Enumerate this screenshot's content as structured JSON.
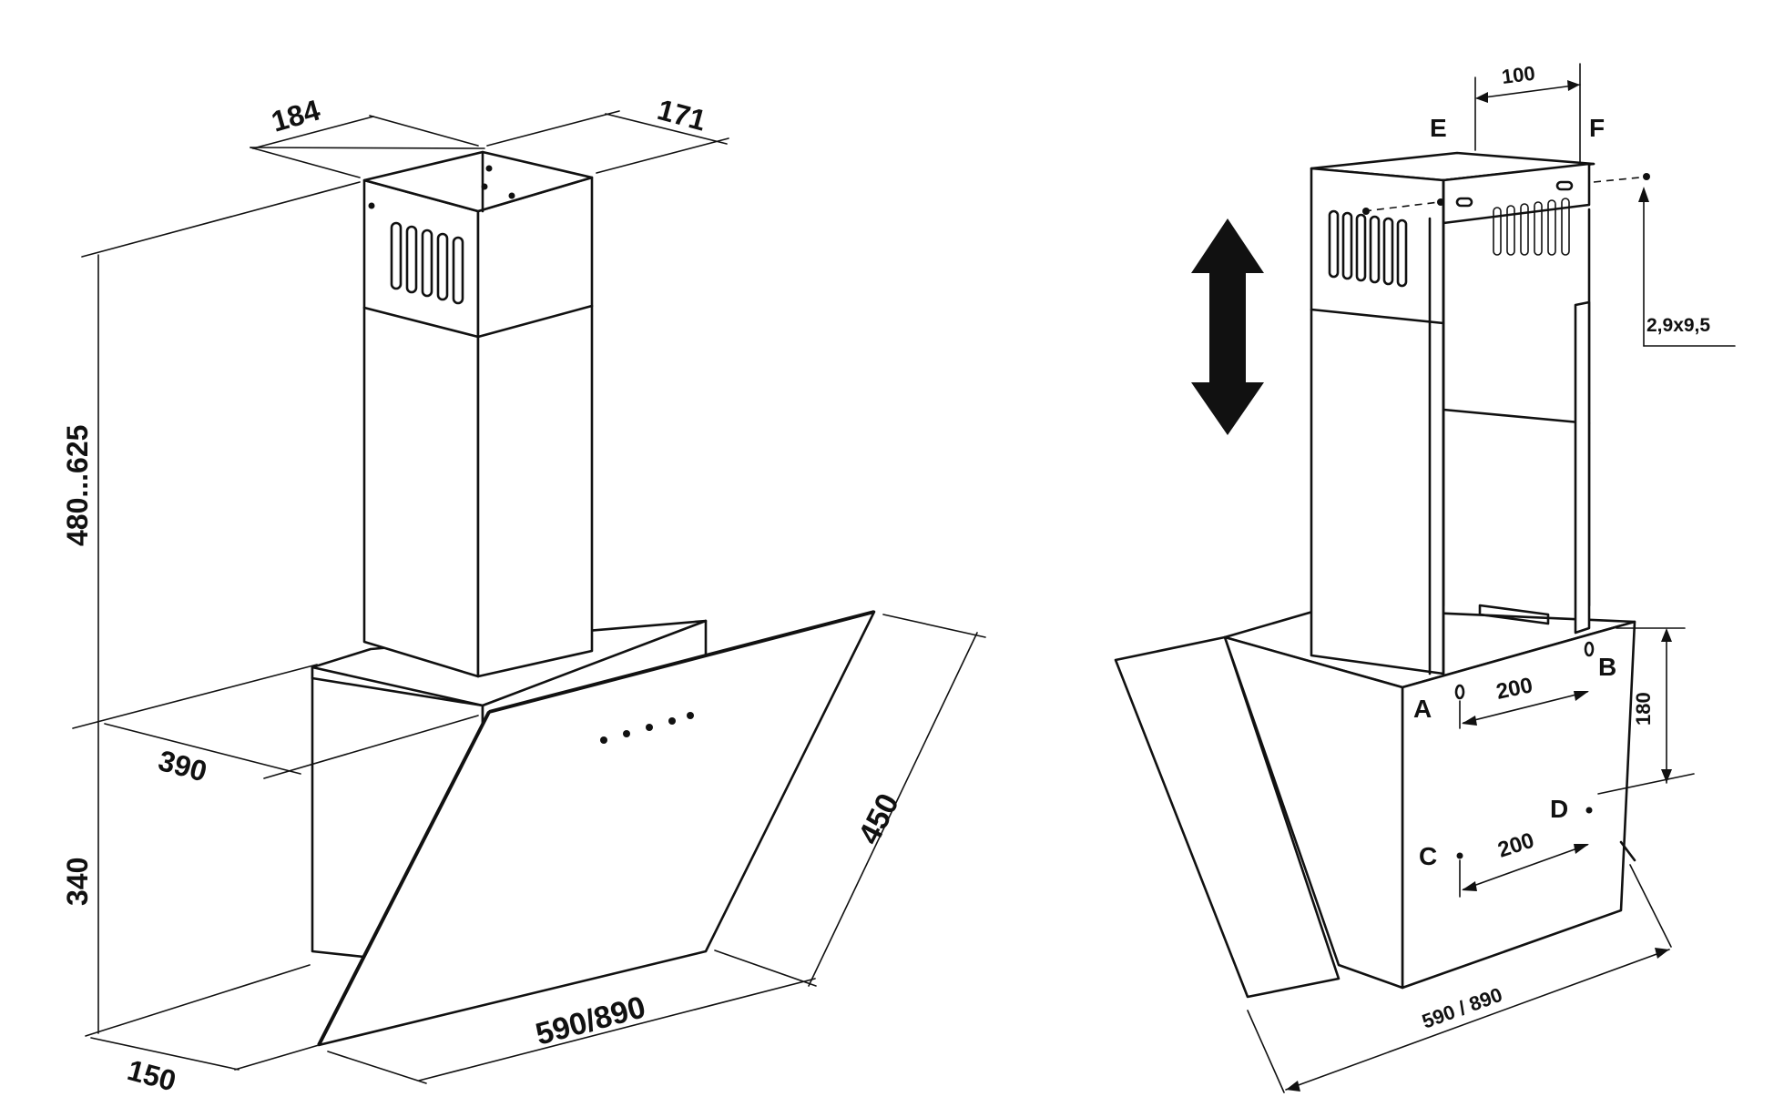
{
  "left_view": {
    "dim_chimney_width": "184",
    "dim_chimney_depth": "171",
    "dim_chimney_height": "480...625",
    "dim_hood_depth": "390",
    "dim_body_height": "340",
    "dim_glass_height": "450",
    "dim_width": "590/890",
    "dim_bottom_depth": "150"
  },
  "right_view": {
    "label_e": "E",
    "label_f": "F",
    "label_a": "A",
    "label_b": "B",
    "label_c": "C",
    "label_d": "D",
    "dim_ef": "100",
    "dim_ab": "200",
    "dim_cd": "200",
    "dim_vertical": "180",
    "dim_screw": "2,9x9,5",
    "dim_width": "590 / 890"
  },
  "icons": {
    "adjust_arrow": "double-vertical-arrow-icon"
  },
  "colors": {
    "line": "#111111",
    "background": "#ffffff"
  }
}
